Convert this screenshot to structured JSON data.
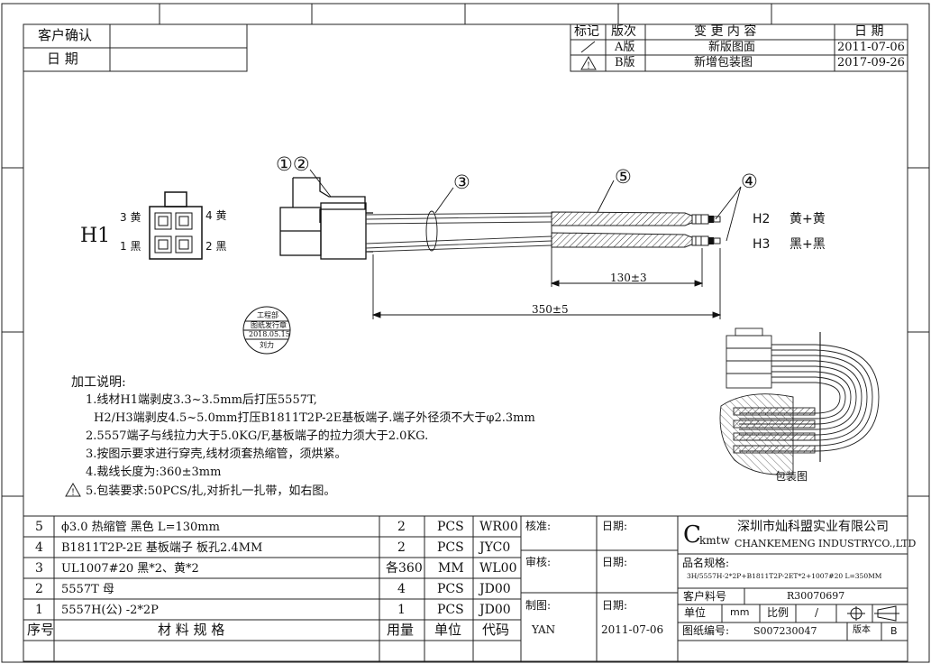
{
  "top_left_box": {
    "customer_confirm": "客户确认",
    "date": "日    期"
  },
  "revision": {
    "headers": {
      "mark": "标记",
      "version": "版次",
      "content": "变      更      内      容",
      "date": "日  期"
    },
    "rows": [
      {
        "mark": "/",
        "version": "A版",
        "content": "新版图面",
        "date": "2011-07-06"
      },
      {
        "mark": "⚠",
        "version": "B版",
        "content": "新增包装图",
        "date": "2017-09-26"
      }
    ]
  },
  "drawing": {
    "connector_label": "H1",
    "pins": {
      "p3": "3 黄",
      "p4": "4 黄",
      "p1": "1 黑",
      "p2": "2 黑"
    },
    "callouts": {
      "c12": "①②",
      "c3": "③",
      "c4": "④",
      "c5": "⑤"
    },
    "h2_label": "H2",
    "h2_color": "黄+黄",
    "h3_label": "H3",
    "h3_color": "黑+黑",
    "dim_130": "130±3",
    "dim_350": "350±5",
    "stamp": {
      "line1": "工程部",
      "line2": "图纸发行章",
      "line3": "2018.05.15",
      "line4": "刘力"
    },
    "package_label": "包装图"
  },
  "notes": {
    "title": "加工说明:",
    "lines": [
      "1.线材H1端剥皮3.3~3.5mm后打压5557T,",
      "H2/H3端剥皮4.5~5.0mm打压B1811T2P-2E基板端子.端子外径须不大于φ2.3mm",
      "2.5557端子与线拉力大于5.0KG/F,基板端子的拉力须大于2.0KG.",
      "3.按图示要求进行穿壳,线材须套热缩管，须烘紧。",
      "4.裁线长度为:360±3mm",
      "5.包装要求:50PCS/扎,对折扎一扎带，如右图。"
    ]
  },
  "bom": {
    "header": {
      "no": "序号",
      "spec": "材 料 规 格",
      "qty": "用量",
      "unit": "单位",
      "code": "代码"
    },
    "rows": [
      {
        "no": "5",
        "spec": "ϕ3.0 热缩管 黑色 L=130mm",
        "qty": "2",
        "unit": "PCS",
        "code": "WR00"
      },
      {
        "no": "4",
        "spec": "B1811T2P-2E 基板端子 板孔2.4MM",
        "qty": "2",
        "unit": "PCS",
        "code": "JYC0"
      },
      {
        "no": "3",
        "spec": "UL1007#20 黑*2、黄*2",
        "qty": "各360",
        "unit": "MM",
        "code": "WL00"
      },
      {
        "no": "2",
        "spec": "5557T 母",
        "qty": "4",
        "unit": "PCS",
        "code": "JD00"
      },
      {
        "no": "1",
        "spec": "5557H(公) -2*2P",
        "qty": "1",
        "unit": "PCS",
        "code": "JD00"
      }
    ]
  },
  "approval": {
    "check": "核准:",
    "check_date": "日期:",
    "review": "审核:",
    "review_date": "日期:",
    "draw": "制图:",
    "draw_date": "日期:",
    "drawer": "YAN",
    "draw_date_value": "2011-07-06"
  },
  "title_block": {
    "logo": "C",
    "logo_small": "kmtw",
    "company_cn": "深圳市灿科盟实业有限公司",
    "company_en": "CHANKEMENG  INDUSTRYCO.,LTD",
    "spec_label": "品名规格:",
    "spec_value": "3H/5557H-2*2P+B1811T2P-2ET*2+1007#20 L=350MM",
    "customer_part_label": "客户料号",
    "customer_part_value": "R30070697",
    "unit_label": "单位",
    "unit_value": "mm",
    "scale_label": "比例",
    "scale_value": "/",
    "drawing_no_label": "图纸编号:",
    "drawing_no_value": "S007230047",
    "version_label": "版本",
    "version_value": "B"
  }
}
